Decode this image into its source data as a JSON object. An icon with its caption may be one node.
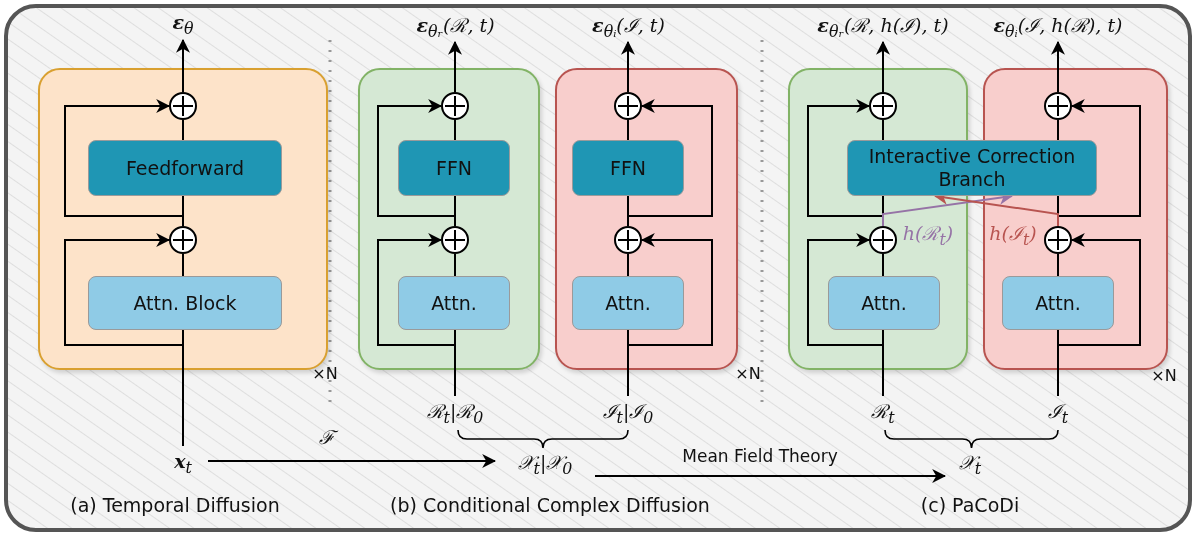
{
  "diagram": {
    "nodes": [
      {
        "text": [],
        "shape": "box"
      },
      {
        "text": [],
        "shape": "circle",
        "in": 0
      },
      {
        "text": [
          "Feedforward"
        ],
        "in": 0
      },
      {
        "text": [],
        "shape": "circle",
        "in": 0
      },
      {
        "text": [
          "Attn. Block"
        ],
        "in": 0
      },
      {
        "text": [
          "**ε**$_{θ}$"
        ]
      },
      {
        "text": [
          "**x**$_{t}$"
        ]
      },
      {
        "text": [],
        "shape": "box"
      },
      {
        "text": [],
        "shape": "circle",
        "in": 7
      },
      {
        "text": [
          "FFN"
        ],
        "in": 7
      },
      {
        "text": [],
        "shape": "circle",
        "in": 7
      },
      {
        "text": [
          "Attn."
        ],
        "in": 7
      },
      {
        "text": [],
        "shape": "box"
      },
      {
        "text": [],
        "shape": "circle",
        "in": 12
      },
      {
        "text": [
          "FFN"
        ],
        "in": 12
      },
      {
        "text": [],
        "shape": "circle",
        "in": 12
      },
      {
        "text": [
          "Attn."
        ],
        "in": 12
      },
      {
        "text": [
          "**ε**$_{θᵣ}$(ℛ, t)"
        ]
      },
      {
        "text": [
          "**ε**$_{θᵢ}$(ℐ, t)"
        ]
      },
      {
        "text": [
          "ℛ$_{t}$|ℛ$_{0}$"
        ]
      },
      {
        "text": [
          "ℐ$_{t}$|ℐ$_{0}$"
        ]
      },
      {
        "text": [
          "𝒳$_{t}$|𝒳$_{0}$"
        ]
      },
      {
        "text": [],
        "shape": "box"
      },
      {
        "text": [],
        "shape": "circle",
        "in": 22
      },
      {
        "text": [],
        "shape": "circle",
        "in": 22
      },
      {
        "text": [
          "Attn."
        ],
        "in": 22
      },
      {
        "text": [],
        "shape": "box"
      },
      {
        "text": [],
        "shape": "circle",
        "in": 26
      },
      {
        "text": [],
        "shape": "circle",
        "in": 26
      },
      {
        "text": [
          "Attn."
        ],
        "in": 26
      },
      {
        "text": [
          "Interactive Correction Branch"
        ]
      },
      {
        "text": [
          "**ε**$_{θᵣ}$(ℛ, h(ℐ), t)"
        ]
      },
      {
        "text": [
          "**ε**$_{θᵢ}$(ℐ, h(ℛ), t)"
        ]
      },
      {
        "text": [
          "ℛ$_{t}$"
        ]
      },
      {
        "text": [
          "ℐ$_{t}$"
        ]
      },
      {
        "text": [
          "𝒳$_{t}$"
        ]
      }
    ],
    "edges": [
      {
        "from": 6,
        "to": 4,
        "arrow": "none"
      },
      {
        "from": 4,
        "to": 3,
        "arrow": "none"
      },
      {
        "from": 3,
        "to": 2,
        "arrow": "none"
      },
      {
        "from": 2,
        "to": 1,
        "arrow": "none"
      },
      {
        "from": 1,
        "to": 5,
        "arrow": "to"
      },
      {
        "from": 6,
        "to": 3,
        "arrow": "to"
      },
      {
        "from": 3,
        "to": 1,
        "arrow": "to"
      },
      {
        "from": 19,
        "to": 11,
        "arrow": "none"
      },
      {
        "from": 11,
        "to": 10,
        "arrow": "none"
      },
      {
        "from": 10,
        "to": 9,
        "arrow": "none"
      },
      {
        "from": 9,
        "to": 8,
        "arrow": "none"
      },
      {
        "from": 8,
        "to": 17,
        "arrow": "to"
      },
      {
        "from": 19,
        "to": 10,
        "arrow": "to"
      },
      {
        "from": 10,
        "to": 8,
        "arrow": "to"
      },
      {
        "from": 20,
        "to": 16,
        "arrow": "none"
      },
      {
        "from": 16,
        "to": 15,
        "arrow": "none"
      },
      {
        "from": 15,
        "to": 14,
        "arrow": "none"
      },
      {
        "from": 14,
        "to": 13,
        "arrow": "none"
      },
      {
        "from": 13,
        "to": 18,
        "arrow": "to"
      },
      {
        "from": 20,
        "to": 15,
        "arrow": "to"
      },
      {
        "from": 15,
        "to": 13,
        "arrow": "to"
      },
      {
        "from": 33,
        "to": 25,
        "arrow": "none"
      },
      {
        "from": 25,
        "to": 24,
        "arrow": "none"
      },
      {
        "from": 24,
        "to": 30,
        "arrow": "none"
      },
      {
        "from": 30,
        "to": 23,
        "arrow": "none"
      },
      {
        "from": 23,
        "to": 31,
        "arrow": "to"
      },
      {
        "from": 33,
        "to": 24,
        "arrow": "to"
      },
      {
        "from": 24,
        "to": 23,
        "arrow": "to"
      },
      {
        "from": 34,
        "to": 29,
        "arrow": "none"
      },
      {
        "from": 29,
        "to": 28,
        "arrow": "none"
      },
      {
        "from": 28,
        "to": 30,
        "arrow": "none"
      },
      {
        "from": 30,
        "to": 27,
        "arrow": "none"
      },
      {
        "from": 27,
        "to": 32,
        "arrow": "to"
      },
      {
        "from": 34,
        "to": 28,
        "arrow": "to"
      },
      {
        "from": 28,
        "to": 27,
        "arrow": "to"
      },
      {
        "from": 24,
        "to": 30,
        "arrow": "to",
        "label": "h(ℛ$_{t}$)",
        "color": "#9673a6"
      },
      {
        "from": 28,
        "to": 30,
        "arrow": "to",
        "label": "h(ℐ$_{t}$)",
        "color": "#b85450"
      },
      {
        "from": 6,
        "to": 21,
        "arrow": "to",
        "label": "ℱ"
      },
      {
        "from": 21,
        "to": 35,
        "arrow": "to",
        "label": "Mean Field Theory"
      }
    ],
    "labels": [
      "×N",
      "×N",
      "×N",
      "(a) Temporal Diffusion",
      "(b) Conditional Complex Diffusion",
      "(c) PaCoDi"
    ]
  }
}
